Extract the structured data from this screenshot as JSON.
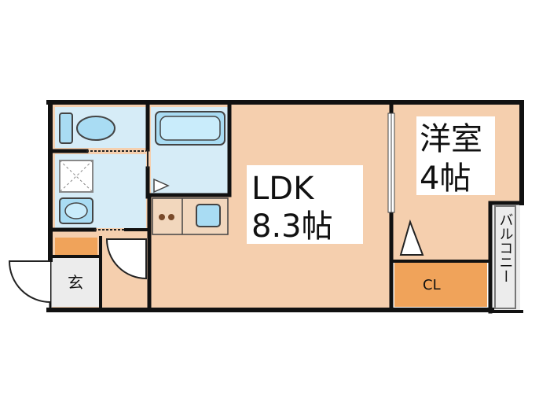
{
  "floor_plan": {
    "rooms": {
      "ldk": {
        "name": "LDK",
        "size": "8.3帖"
      },
      "western": {
        "name": "洋室",
        "size": "4帖"
      },
      "closet": {
        "label": "CL"
      },
      "balcony": {
        "label": "バルコニー"
      },
      "entrance": {
        "label": "玄"
      }
    },
    "colors": {
      "room_floor": "#f5cfae",
      "wet_area": "#d6ecf7",
      "closet": "#f0a35a",
      "shoe_box": "#f0a35a",
      "balcony": "#ececec",
      "wall": "#111111",
      "fixture": "#a9dcf3",
      "stove_burner": "#7a4a2a"
    }
  }
}
